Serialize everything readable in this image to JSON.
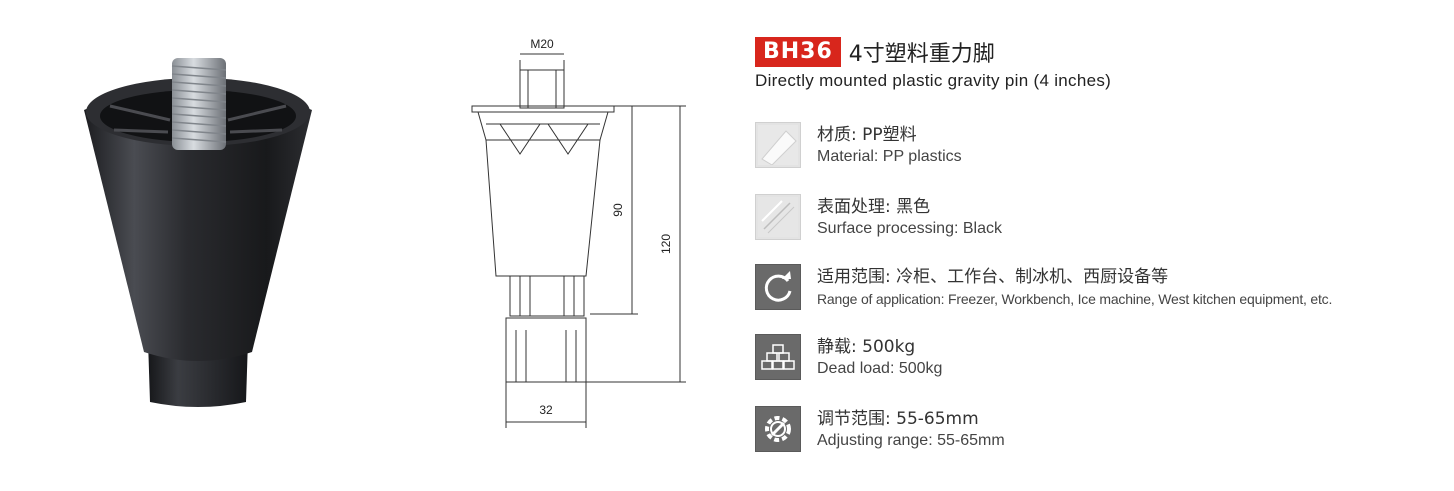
{
  "product": {
    "code": "BH36",
    "title_cn": "4寸塑料重力脚",
    "title_en": "Directly mounted plastic gravity pin (4 inches)"
  },
  "drawing": {
    "thread": "M20",
    "height_body": "90",
    "height_total": "120",
    "width_base": "32"
  },
  "specs": [
    {
      "icon": "material-swatch-icon",
      "cn": "材质: PP塑料",
      "en": "Material: PP plastics"
    },
    {
      "icon": "surface-finish-icon",
      "cn": "表面处理: 黑色",
      "en": "Surface processing:  Black"
    },
    {
      "icon": "circular-arrow-icon",
      "cn": "适用范围: 冷柜、工作台、制冰机、西厨设备等",
      "en": "Range of application: Freezer, Workbench, Ice machine, West kitchen equipment, etc."
    },
    {
      "icon": "stacked-bricks-icon",
      "cn": "静载: 500kg",
      "en": "Dead load: 500kg"
    },
    {
      "icon": "gear-wrench-icon",
      "cn": "调节范围: 55-65mm",
      "en": "Adjusting range: 55-65mm"
    }
  ],
  "colors": {
    "badge": "#d8261c",
    "icon_bg": "#e3e3e3",
    "icon_dark": "#6a6a6a"
  }
}
